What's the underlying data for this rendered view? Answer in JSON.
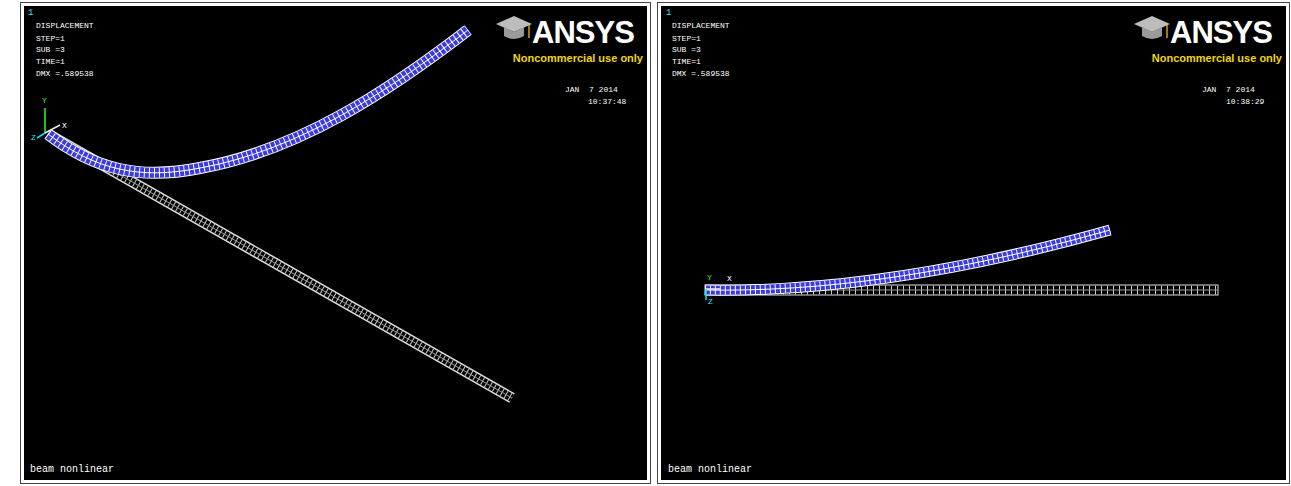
{
  "diagram": {
    "labels": [
      "1",
      "DISPLACEMENT",
      "STEP=1",
      "SUB =3",
      "TIME=1",
      "DMX =.589538",
      "ANSYS",
      "Noncommercial use only",
      "JAN  7 2014",
      "10:37:48",
      "beam nonlinear",
      "Y",
      "X",
      "Z",
      "1",
      "DISPLACEMENT",
      "STEP=1",
      "SUB =3",
      "TIME=1",
      "DMX =.589538",
      "ANSYS",
      "Noncommercial use only",
      "JAN  7 2014",
      "10:38:29",
      "beam nonlinear",
      "Y",
      "X",
      "Z"
    ]
  }
}
